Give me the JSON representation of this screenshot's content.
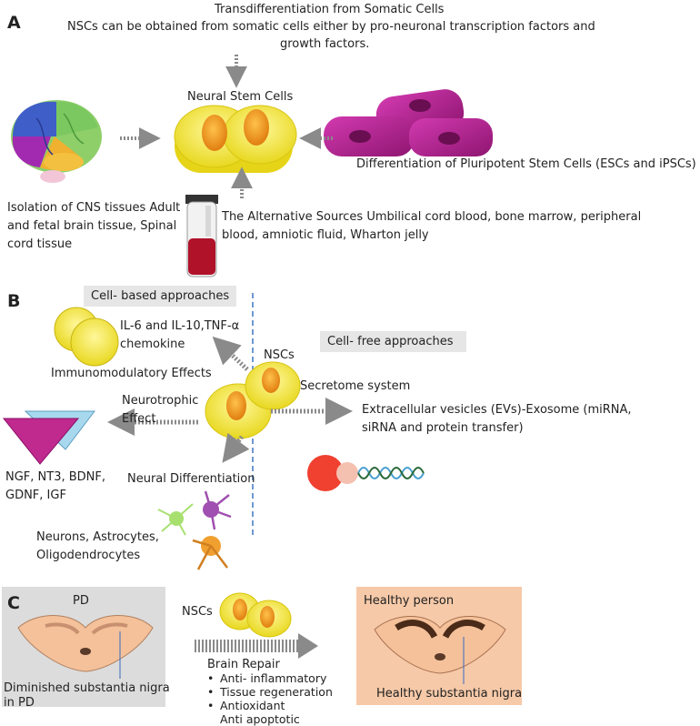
{
  "panelA": {
    "letter": "A",
    "transdiff_title": "Transdifferentiation from Somatic Cells",
    "transdiff_line1": "NSCs can be obtained from somatic cells either by pro-neuronal transcription factors and",
    "transdiff_line2": "growth factors.",
    "center_label": "Neural Stem Cells",
    "pluripotent": "Differentiation of Pluripotent Stem Cells (ESCs and iPSCs)",
    "cns_line1": "Isolation of CNS tissues Adult",
    "cns_line2": "and fetal brain tissue, Spinal",
    "cns_line3": "cord tissue",
    "alt_line1": "The Alternative Sources Umbilical cord blood, bone marrow, peripheral",
    "alt_line2": "blood, amniotic fluid, Wharton jelly"
  },
  "panelB": {
    "letter": "B",
    "cell_based": "Cell- based approaches",
    "cell_free": "Cell- free approaches",
    "cytokines_line1": "IL-6 and IL-10,TNF-α",
    "cytokines_line2": "chemokine",
    "immuno": "Immunomodulatory Effects",
    "nscs": "NSCs",
    "secretome": "Secretome system",
    "neurotrophic_line1": "Neurotrophic",
    "neurotrophic_line2": "Effect",
    "ev_line1": "Extracellular vesicles (EVs)-Exosome (miRNA,",
    "ev_line2": "siRNA and protein transfer)",
    "factors_line1": "NGF, NT3, BDNF,",
    "factors_line2": "GDNF, IGF",
    "neural_diff": "Neural Differentiation",
    "cells_line1": "Neurons, Astrocytes,",
    "cells_line2": "Oligodendrocytes"
  },
  "panelC": {
    "letter": "C",
    "pd": "PD",
    "diminished_line1": "Diminished substantia nigra",
    "diminished_line2": "in PD",
    "nscs": "NSCs",
    "repair_title": "Brain Repair",
    "repair_items": [
      "Anti- inflammatory",
      "Tissue regeneration",
      "Antioxidant"
    ],
    "repair_extra": "Anti apoptotic",
    "healthy_person": "Healthy person",
    "healthy_nigra": "Healthy substantia nigra"
  },
  "colors": {
    "cell_yellow": "#f4ec3c",
    "nucleus_orange": "#f0a020",
    "magenta": "#b0208c",
    "dashed_line": "#4a7fc4",
    "arrow_gray": "#8a8a8a",
    "panel_c_gray": "#dcdcdc",
    "panel_c_peach": "#f6c9a8"
  }
}
